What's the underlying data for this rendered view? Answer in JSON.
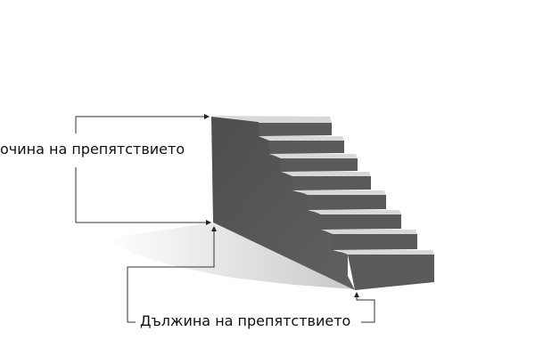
{
  "labels": {
    "height": "очина на препятствието",
    "length": "Дължина на препятствието"
  },
  "colors": {
    "riser": "#5a5a5a",
    "side": "#555555",
    "tread": "#d8d8d8",
    "line": "#333333"
  },
  "stairs": {
    "step_count": 8
  }
}
